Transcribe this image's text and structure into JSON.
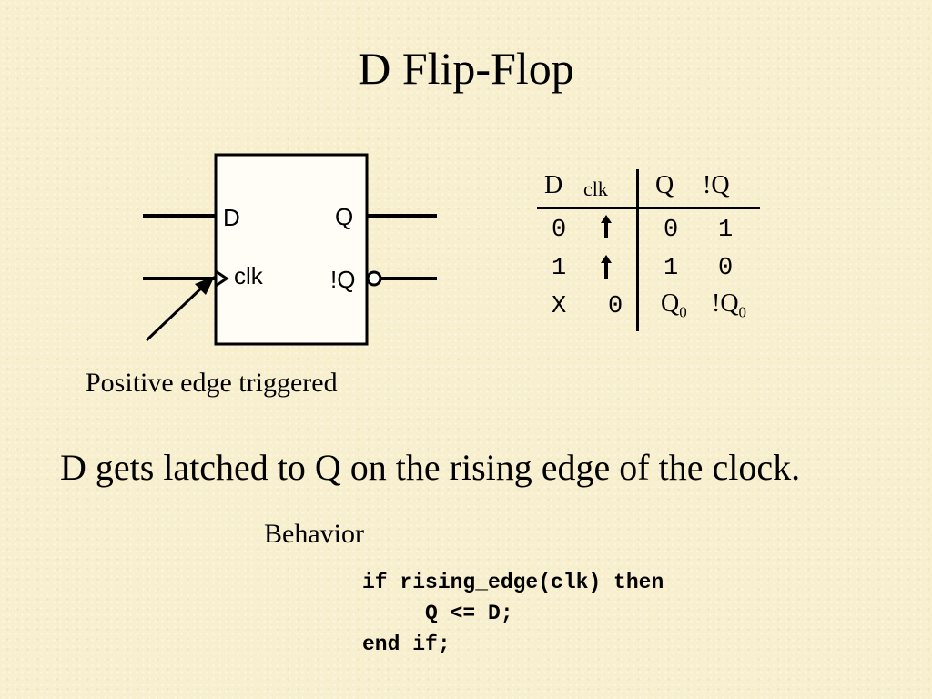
{
  "slide": {
    "title": "D Flip-Flop",
    "caption": "Positive edge triggered",
    "statement": "D gets latched to Q on the rising edge of the clock.",
    "behavior_label": "Behavior"
  },
  "symbol": {
    "pin_d": "D",
    "pin_clk": "clk",
    "pin_q": "Q",
    "pin_qbar": "!Q"
  },
  "truth_table": {
    "headers": {
      "d": "D",
      "clk": "clk",
      "q": "Q",
      "qbar": "!Q"
    },
    "rows": [
      {
        "d": "0",
        "clk": "rising-edge-arrow-icon",
        "q": "0",
        "qbar": "1"
      },
      {
        "d": "1",
        "clk": "rising-edge-arrow-icon",
        "q": "1",
        "qbar": "0"
      },
      {
        "d": "X",
        "clk": "0",
        "q": "Q",
        "q_sub": "0",
        "qbar": "!Q",
        "qbar_sub": "0"
      }
    ]
  },
  "code": {
    "line1": "if rising_edge(clk) then",
    "line2": "Q <= D;",
    "line3": "end if;"
  }
}
